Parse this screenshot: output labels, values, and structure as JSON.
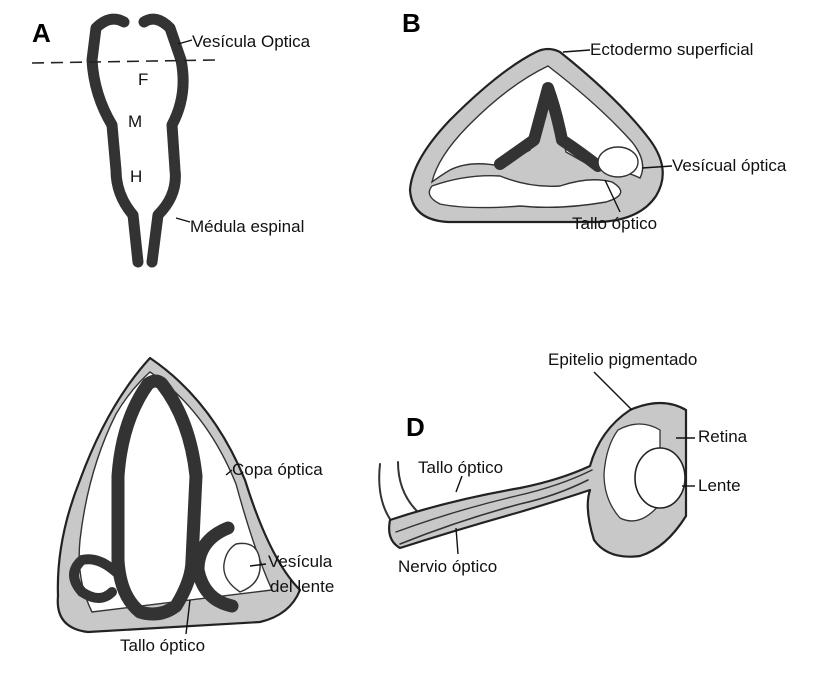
{
  "panels": {
    "a": "A",
    "b": "B",
    "d": "D"
  },
  "labels": {
    "vesicula_optica_a": "Vesícula Optica",
    "brain_f": "F",
    "brain_m": "M",
    "brain_h": "H",
    "medula_espinal": "Médula espinal",
    "ectodermo_superficial": "Ectodermo superficial",
    "vesicula_optica_b": "Vesícual óptica",
    "tallo_optico_b": "Tallo óptico",
    "copa_optica": "Copa óptica",
    "vesicula_del_lente_1": "Vesícula",
    "vesicula_del_lente_2": "del lente",
    "tallo_optico_c": "Tallo óptico",
    "epitelio_pigmentado": "Epitelio pigmentado",
    "retina": "Retina",
    "lente": "Lente",
    "tallo_optico_d": "Tallo óptico",
    "nervio_optico": "Nervio óptico"
  },
  "colors": {
    "tissue_fill": "#c8c8c8",
    "outline": "#222222"
  }
}
